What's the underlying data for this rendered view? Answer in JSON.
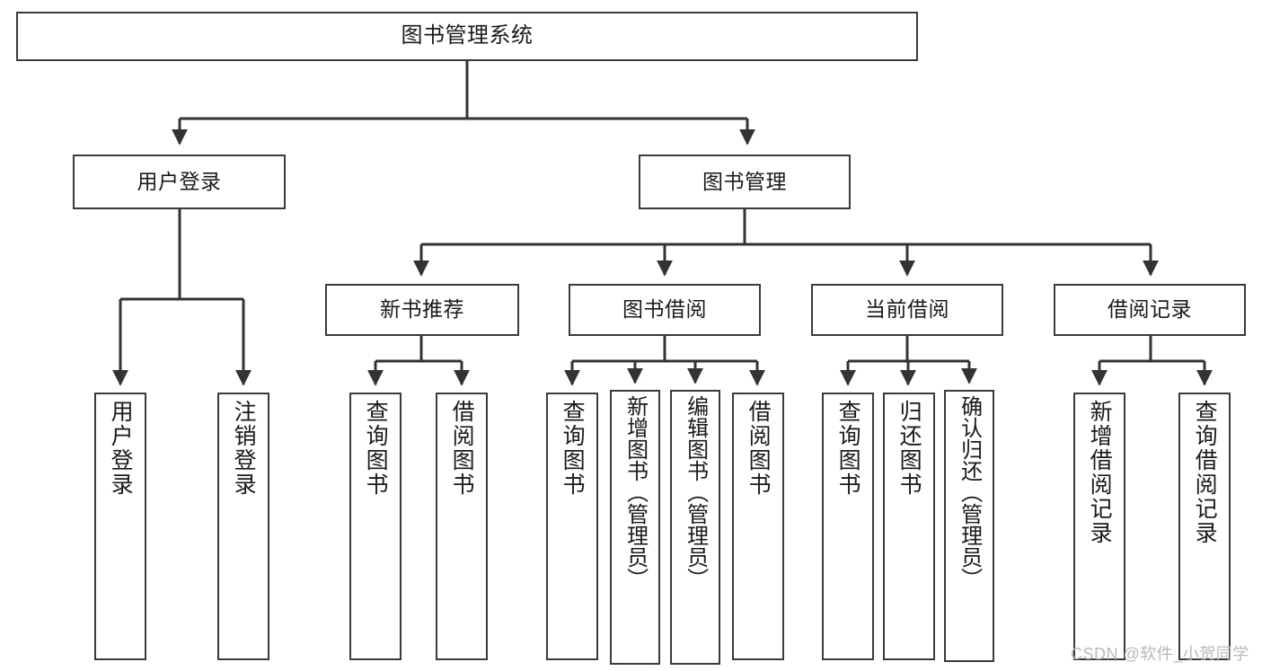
{
  "diagram": {
    "title": "图书管理系统",
    "type": "tree",
    "watermark": "CSDN @软件_小贺同学",
    "colors": {
      "box_border": "#3a3a3a",
      "box_fill": "#ffffff",
      "connector": "#333333",
      "text": "#1a1a1a",
      "watermark": "#b9b9b9",
      "background": "#ffffff"
    },
    "root": {
      "label": "图书管理系统"
    },
    "level1": [
      {
        "label": "用户登录"
      },
      {
        "label": "图书管理"
      }
    ],
    "level2": [
      {
        "label": "新书推荐"
      },
      {
        "label": "图书借阅"
      },
      {
        "label": "当前借阅"
      },
      {
        "label": "借阅记录"
      }
    ],
    "leaves": {
      "user_login": [
        {
          "label": "用户登录"
        },
        {
          "label": "注销登录"
        }
      ],
      "new_book": [
        {
          "label": "查询图书"
        },
        {
          "label": "借阅图书"
        }
      ],
      "book_borrow": [
        {
          "label": "查询图书"
        },
        {
          "label": "新增图书（管理员）"
        },
        {
          "label": "编辑图书（管理员）"
        },
        {
          "label": "借阅图书"
        }
      ],
      "current_borrow": [
        {
          "label": "查询图书"
        },
        {
          "label": "归还图书"
        },
        {
          "label": "确认归还（管理员）"
        }
      ],
      "borrow_record": [
        {
          "label": "新增借阅记录"
        },
        {
          "label": "查询借阅记录"
        }
      ]
    }
  }
}
